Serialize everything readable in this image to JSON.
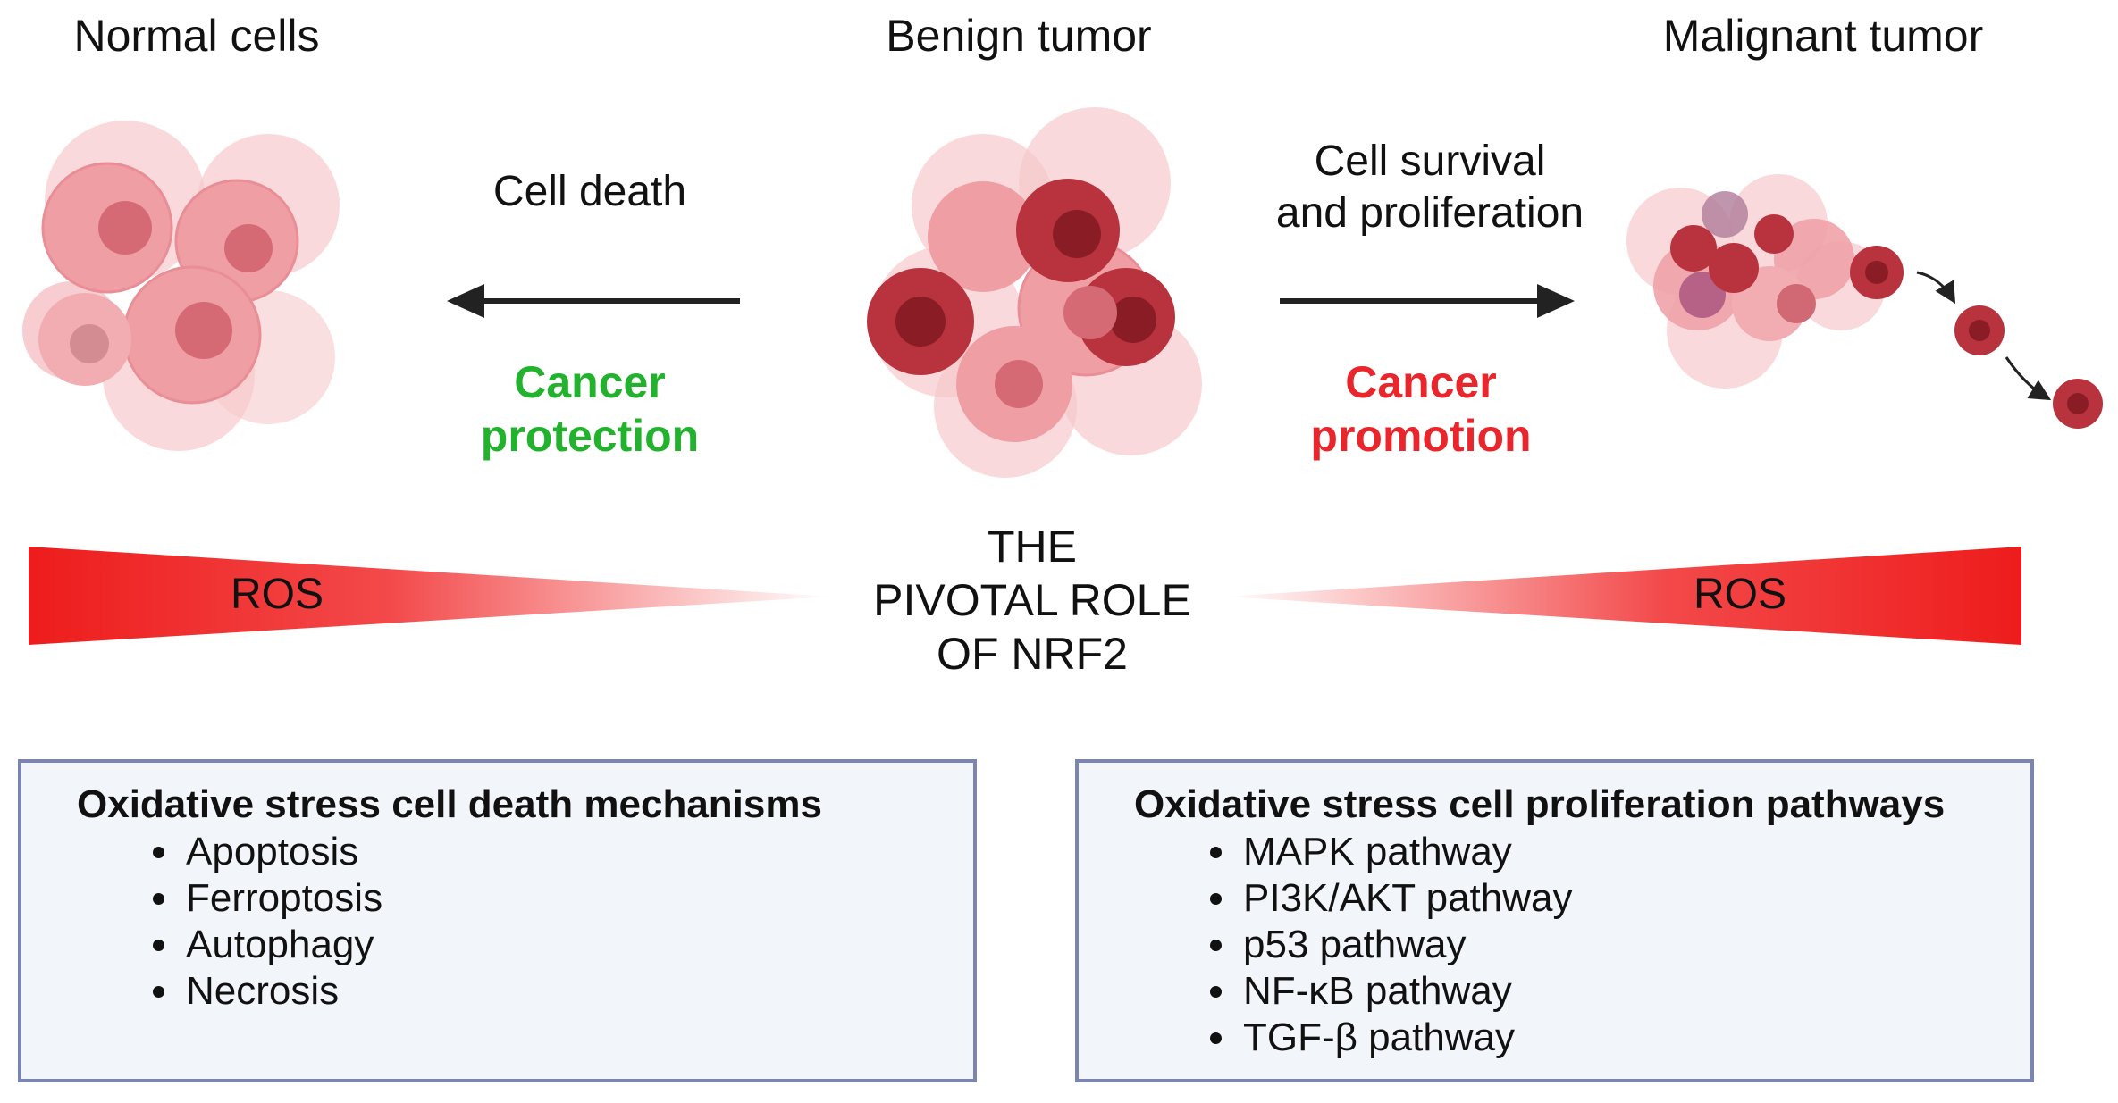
{
  "stages": {
    "normal": "Normal cells",
    "benign": "Benign tumor",
    "malignant": "Malignant tumor"
  },
  "arrows": {
    "left_label": "Cell death",
    "right_label_line1": "Cell survival",
    "right_label_line2": "and proliferation"
  },
  "outcomes": {
    "protection_line1": "Cancer",
    "protection_line2": "protection",
    "promotion_line1": "Cancer",
    "promotion_line2": "promotion"
  },
  "center": {
    "line1": "THE",
    "line2": "PIVOTAL ROLE",
    "line3": "OF NRF2"
  },
  "ros": {
    "left": "ROS",
    "right": "ROS"
  },
  "boxes": {
    "death": {
      "title": "Oxidative stress cell death mechanisms",
      "items": [
        "Apoptosis",
        "Ferroptosis",
        "Autophagy",
        "Necrosis"
      ]
    },
    "proliferation": {
      "title": "Oxidative stress cell proliferation pathways",
      "items": [
        "MAPK pathway",
        "PI3K/AKT pathway",
        "p53 pathway",
        "NF-κB pathway",
        "TGF-β pathway"
      ]
    }
  },
  "colors": {
    "protection": "#22b22e",
    "promotion": "#e8262c",
    "ros": "#ee1c1c",
    "box_border": "#7c84b0",
    "box_fill": "#f2f5fa"
  }
}
